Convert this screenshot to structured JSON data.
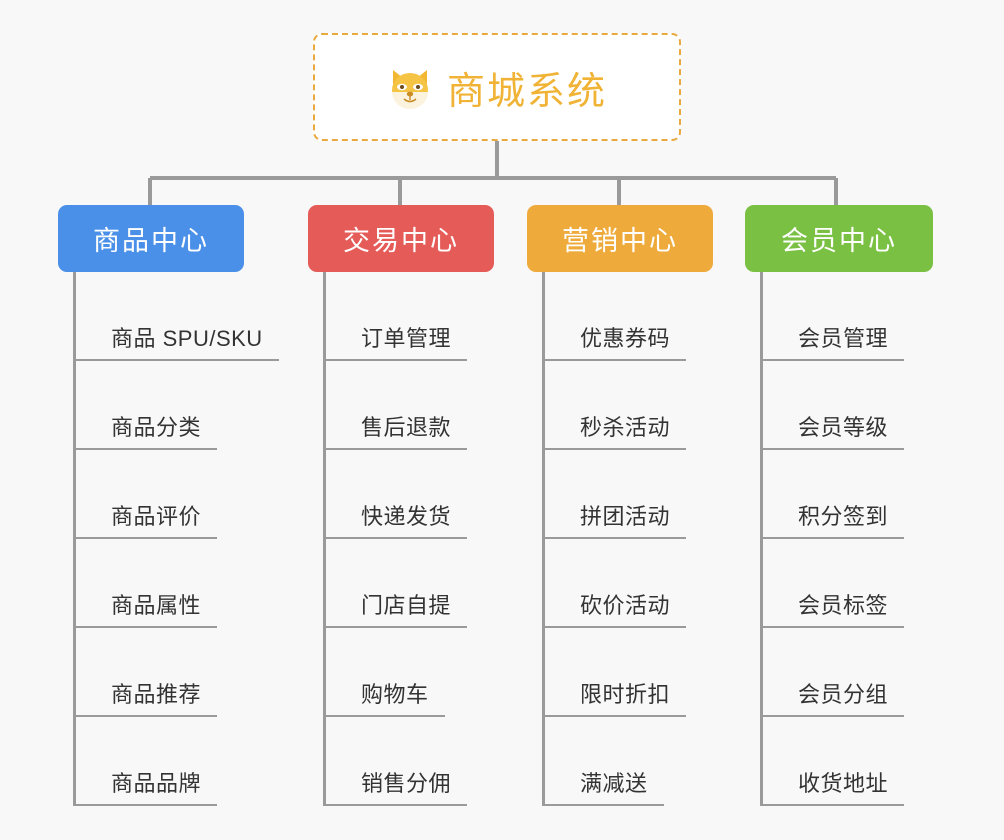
{
  "page": {
    "background_color": "#f8f8f8",
    "line_color": "#9a9a9a",
    "leaf_text_color": "#333333"
  },
  "root": {
    "title": "商城系统",
    "icon": "dog-face-icon",
    "emoji": "🐶",
    "text_color": "#f0b336",
    "border_color": "#e9a93e",
    "background_color": "#ffffff"
  },
  "branches": [
    {
      "label": "商品中心",
      "color": "#4a90e8",
      "items": [
        "商品 SPU/SKU",
        "商品分类",
        "商品评价",
        "商品属性",
        "商品推荐",
        "商品品牌"
      ]
    },
    {
      "label": "交易中心",
      "color": "#e55b58",
      "items": [
        "订单管理",
        "售后退款",
        "快递发货",
        "门店自提",
        "购物车",
        "销售分佣"
      ]
    },
    {
      "label": "营销中心",
      "color": "#eeab3c",
      "items": [
        "优惠券码",
        "秒杀活动",
        "拼团活动",
        "砍价活动",
        "限时折扣",
        "满减送"
      ]
    },
    {
      "label": "会员中心",
      "color": "#7ac143",
      "items": [
        "会员管理",
        "会员等级",
        "积分签到",
        "会员标签",
        "会员分组",
        "收货地址"
      ]
    }
  ]
}
